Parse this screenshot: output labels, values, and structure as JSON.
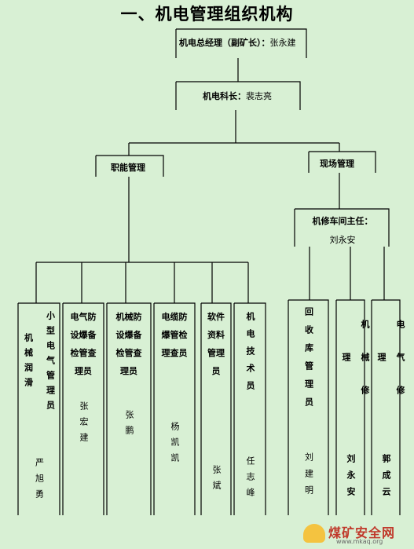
{
  "title": "一、机电管理组织机构",
  "top": {
    "role": "机电总经理（副矿长）：",
    "name": "张永建"
  },
  "section_chief": {
    "role": "机电科长：",
    "name": "裴志亮"
  },
  "functional": {
    "label": "职能管理"
  },
  "field": {
    "label": "现场管理"
  },
  "workshop": {
    "role": "机修车间主任：",
    "name": "刘永安"
  },
  "positions": [
    {
      "title": "机械润滑",
      "title2": "小型电气管理员",
      "name": "严旭勇"
    },
    {
      "title": "电气防设爆备检管查理员",
      "name": "张宏建"
    },
    {
      "title": "机械防设爆备检管查理员",
      "name": "张鹏"
    },
    {
      "title": "电缆防爆管检理查员",
      "name": "杨凯凯"
    },
    {
      "title": "软件资料管理员",
      "name": "张斌"
    },
    {
      "title": "机电技术员",
      "name": "任志峰"
    },
    {
      "title": "回收库管理员",
      "name": "刘建明"
    },
    {
      "title": "机械修理",
      "name": "刘永安"
    },
    {
      "title": "电气修理",
      "name": "郭成云"
    }
  ],
  "watermark": {
    "text": "煤矿安全网",
    "url": "www.mkaq.org"
  }
}
